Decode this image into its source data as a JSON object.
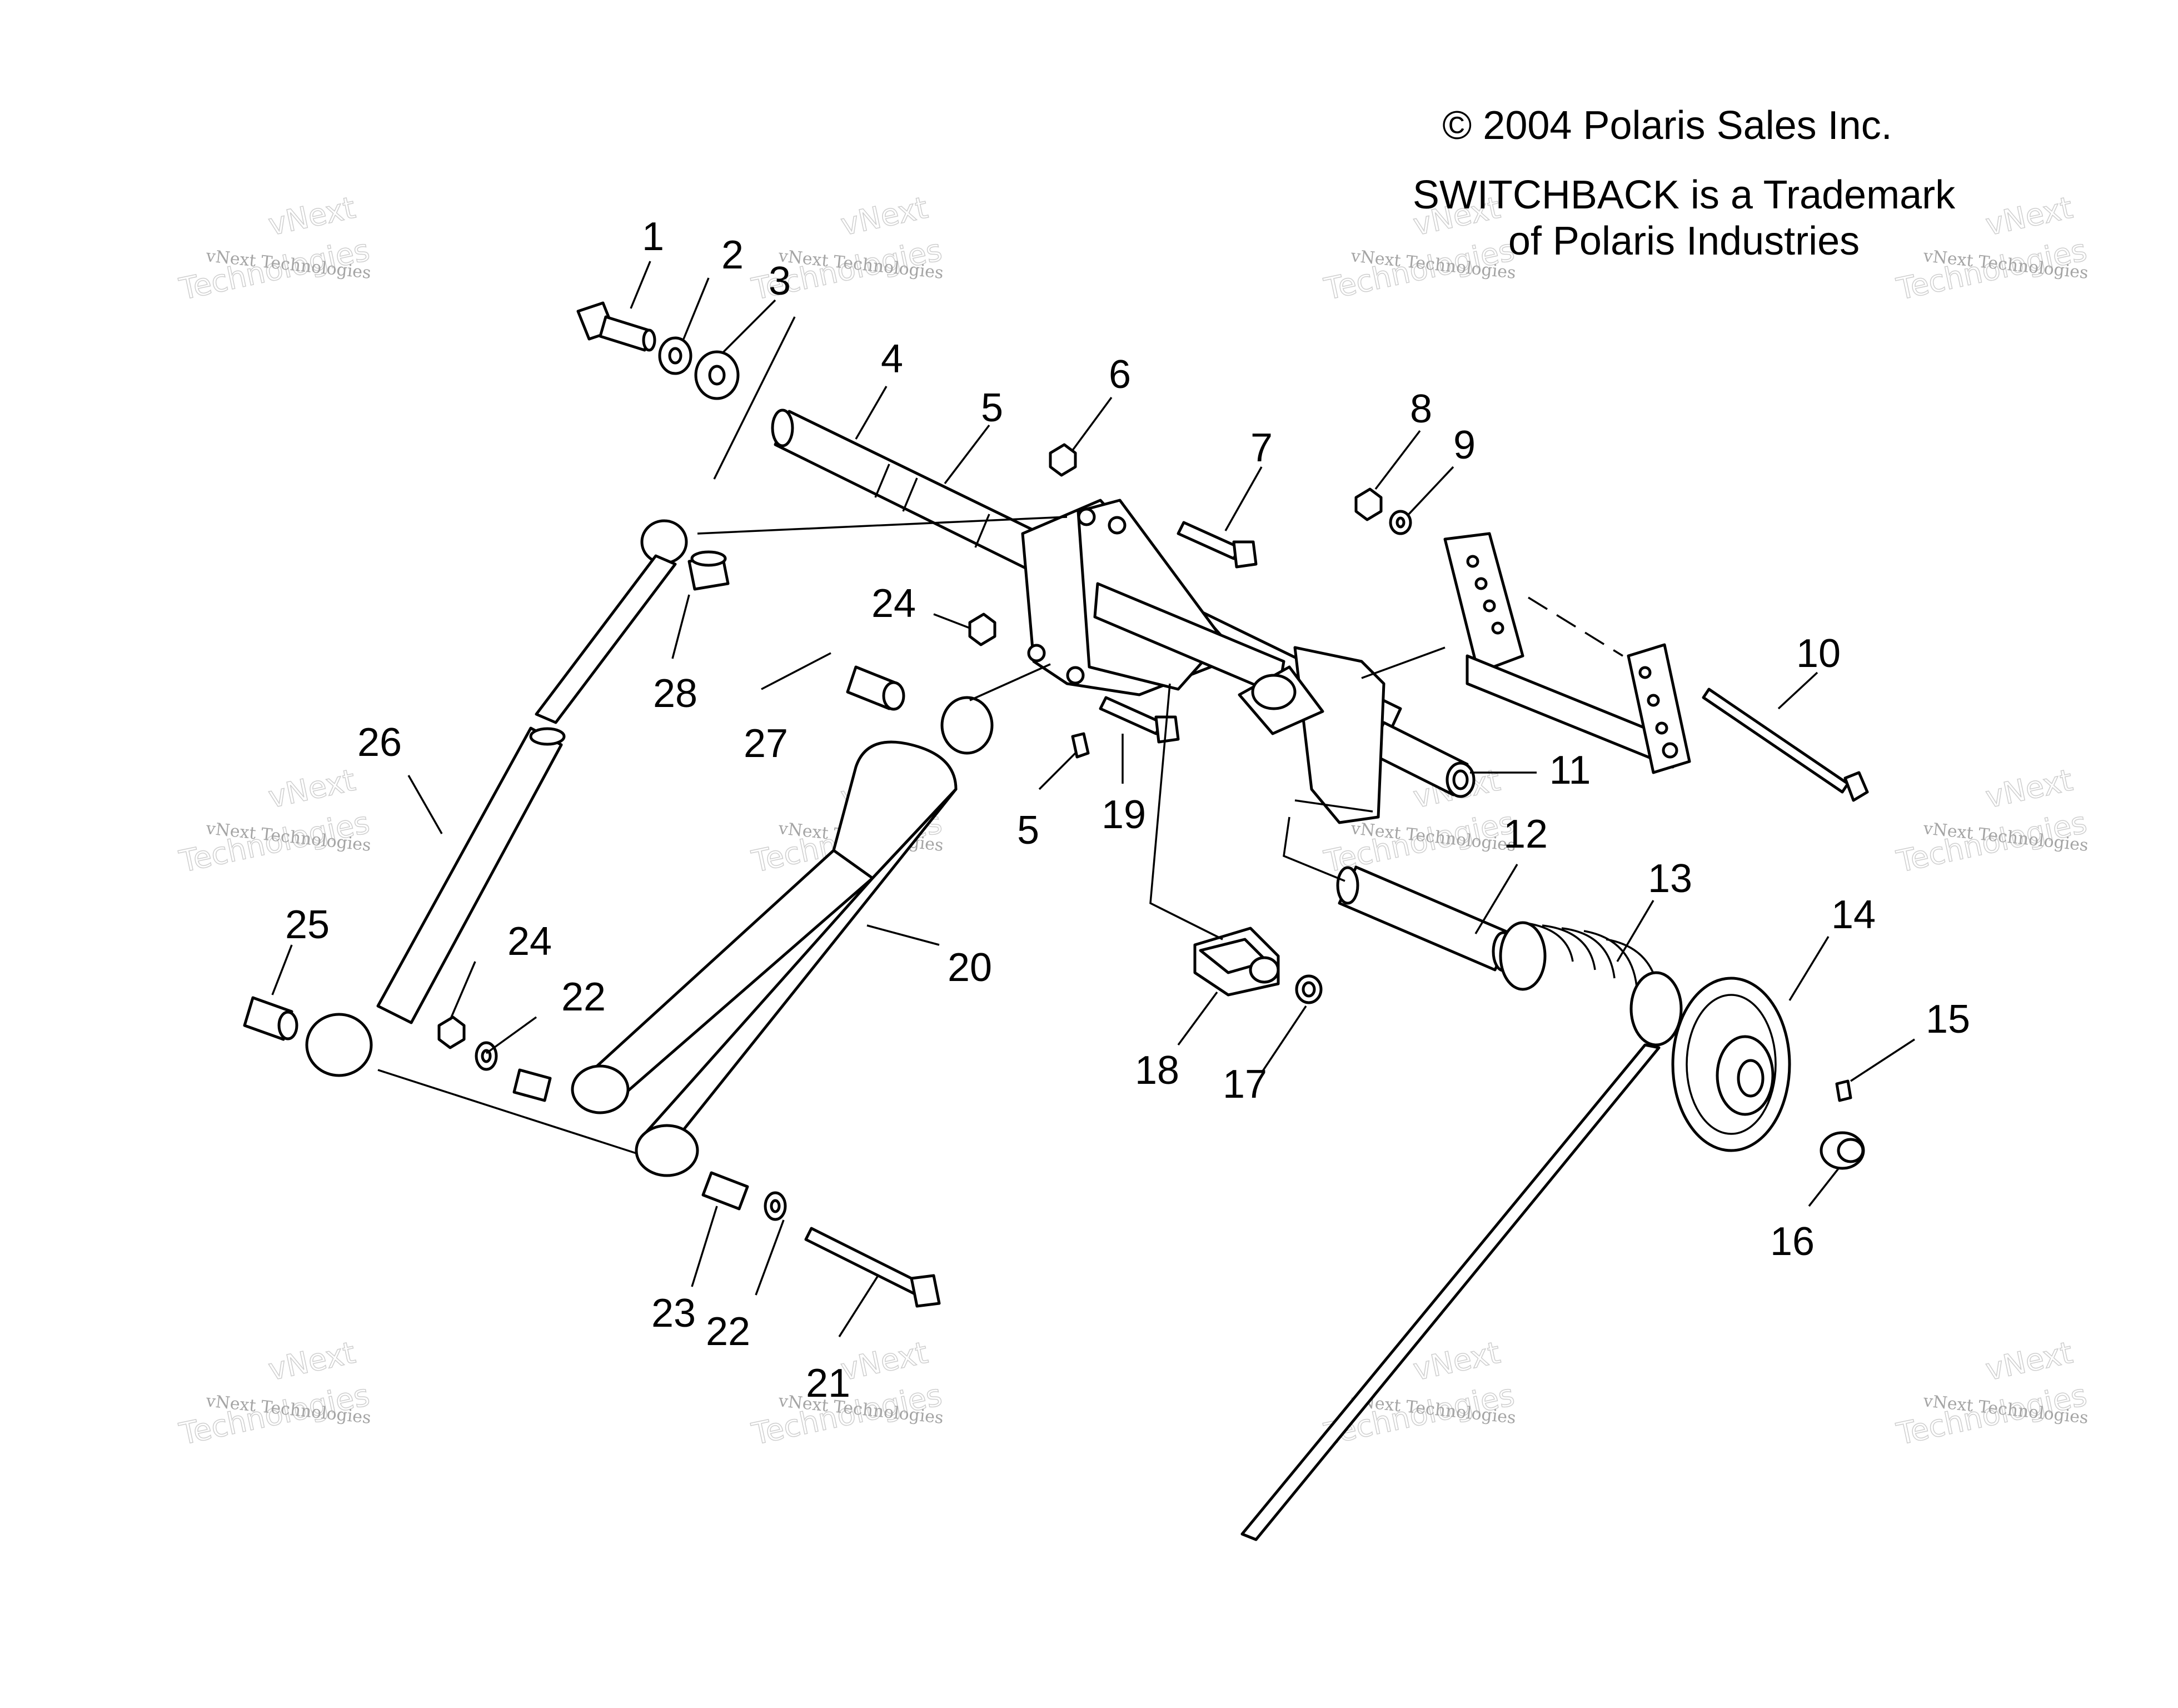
{
  "header": {
    "copyright": "© 2004 Polaris Sales Inc.",
    "trademark_line1": "SWITCHBACK is a Trademark",
    "trademark_line2": "of Polaris Industries"
  },
  "watermark": {
    "line1": "vNext Technologies",
    "line2": "vNext",
    "line3": "Technologies"
  },
  "callouts": [
    "1",
    "2",
    "3",
    "4",
    "5",
    "6",
    "7",
    "8",
    "9",
    "10",
    "11",
    "12",
    "13",
    "14",
    "15",
    "16",
    "17",
    "18",
    "19",
    "20",
    "21",
    "22",
    "23",
    "24",
    "25",
    "26",
    "27",
    "28",
    "5",
    "24",
    "22"
  ]
}
